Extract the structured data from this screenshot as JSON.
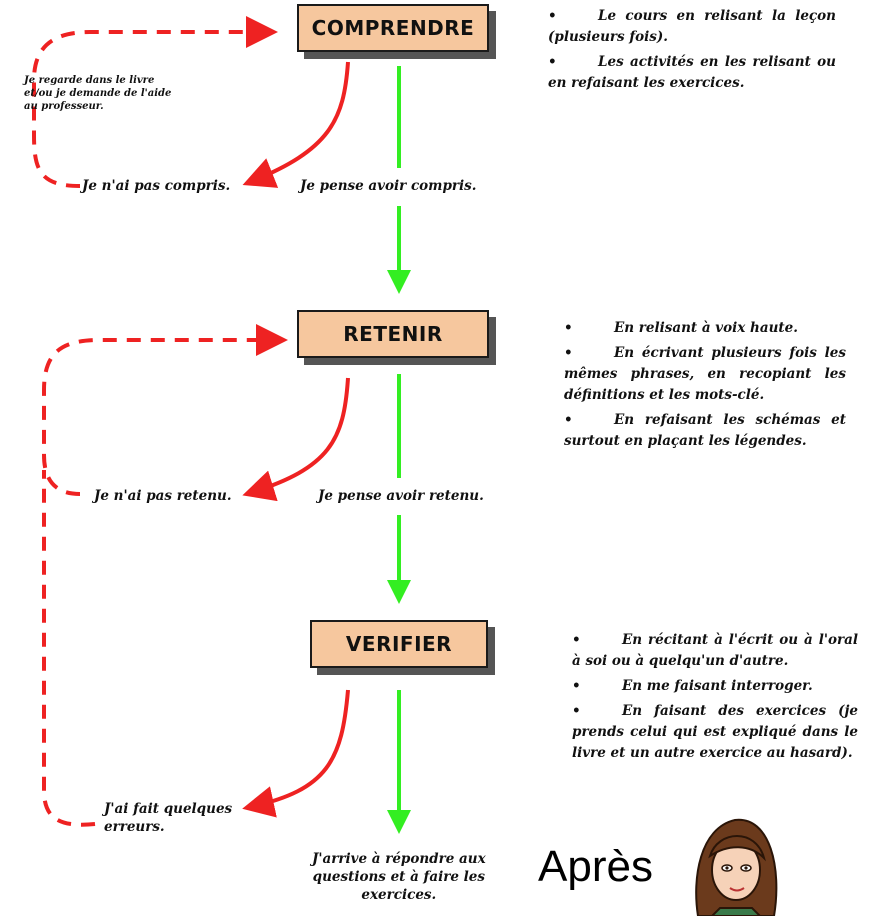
{
  "stages": [
    "COMPRENDRE",
    "RETENIR",
    "VERIFIER"
  ],
  "notes": {
    "help": [
      "Je regarde dans le livre",
      "et/ou je demande de l'aide",
      "au professeur."
    ]
  },
  "outcomes": {
    "comprendre_no": "Je n'ai pas compris.",
    "comprendre_yes": "Je pense avoir compris.",
    "retenir_no": "Je n'ai pas retenu.",
    "retenir_yes": "Je pense avoir retenu.",
    "verifier_no": [
      "J'ai fait quelques",
      "erreurs."
    ],
    "verifier_yes": [
      "J'arrive à répondre aux",
      "questions et à faire les",
      "exercices."
    ]
  },
  "methods": {
    "comprendre": [
      "Le cours en relisant la leçon (plusieurs fois).",
      "Les activités en les relisant ou en refaisant les exercices."
    ],
    "retenir": [
      "En relisant à voix haute.",
      "En écrivant plusieurs fois les mêmes phrases, en recopiant les définitions et les mots-clé.",
      "En refaisant les schémas et surtout en plaçant les légendes."
    ],
    "verifier": [
      "En récitant à l'écrit ou à l'oral à soi ou à quelqu'un d'autre.",
      "En me faisant interroger.",
      "En faisant des exercices (je prends celui qui est expliqué dans le livre et un autre exercice au hasard)."
    ]
  },
  "footer": {
    "apres": "Après"
  },
  "colors": {
    "fail": "#ee2222",
    "success": "#33ee22",
    "box": "#f6c79e"
  }
}
